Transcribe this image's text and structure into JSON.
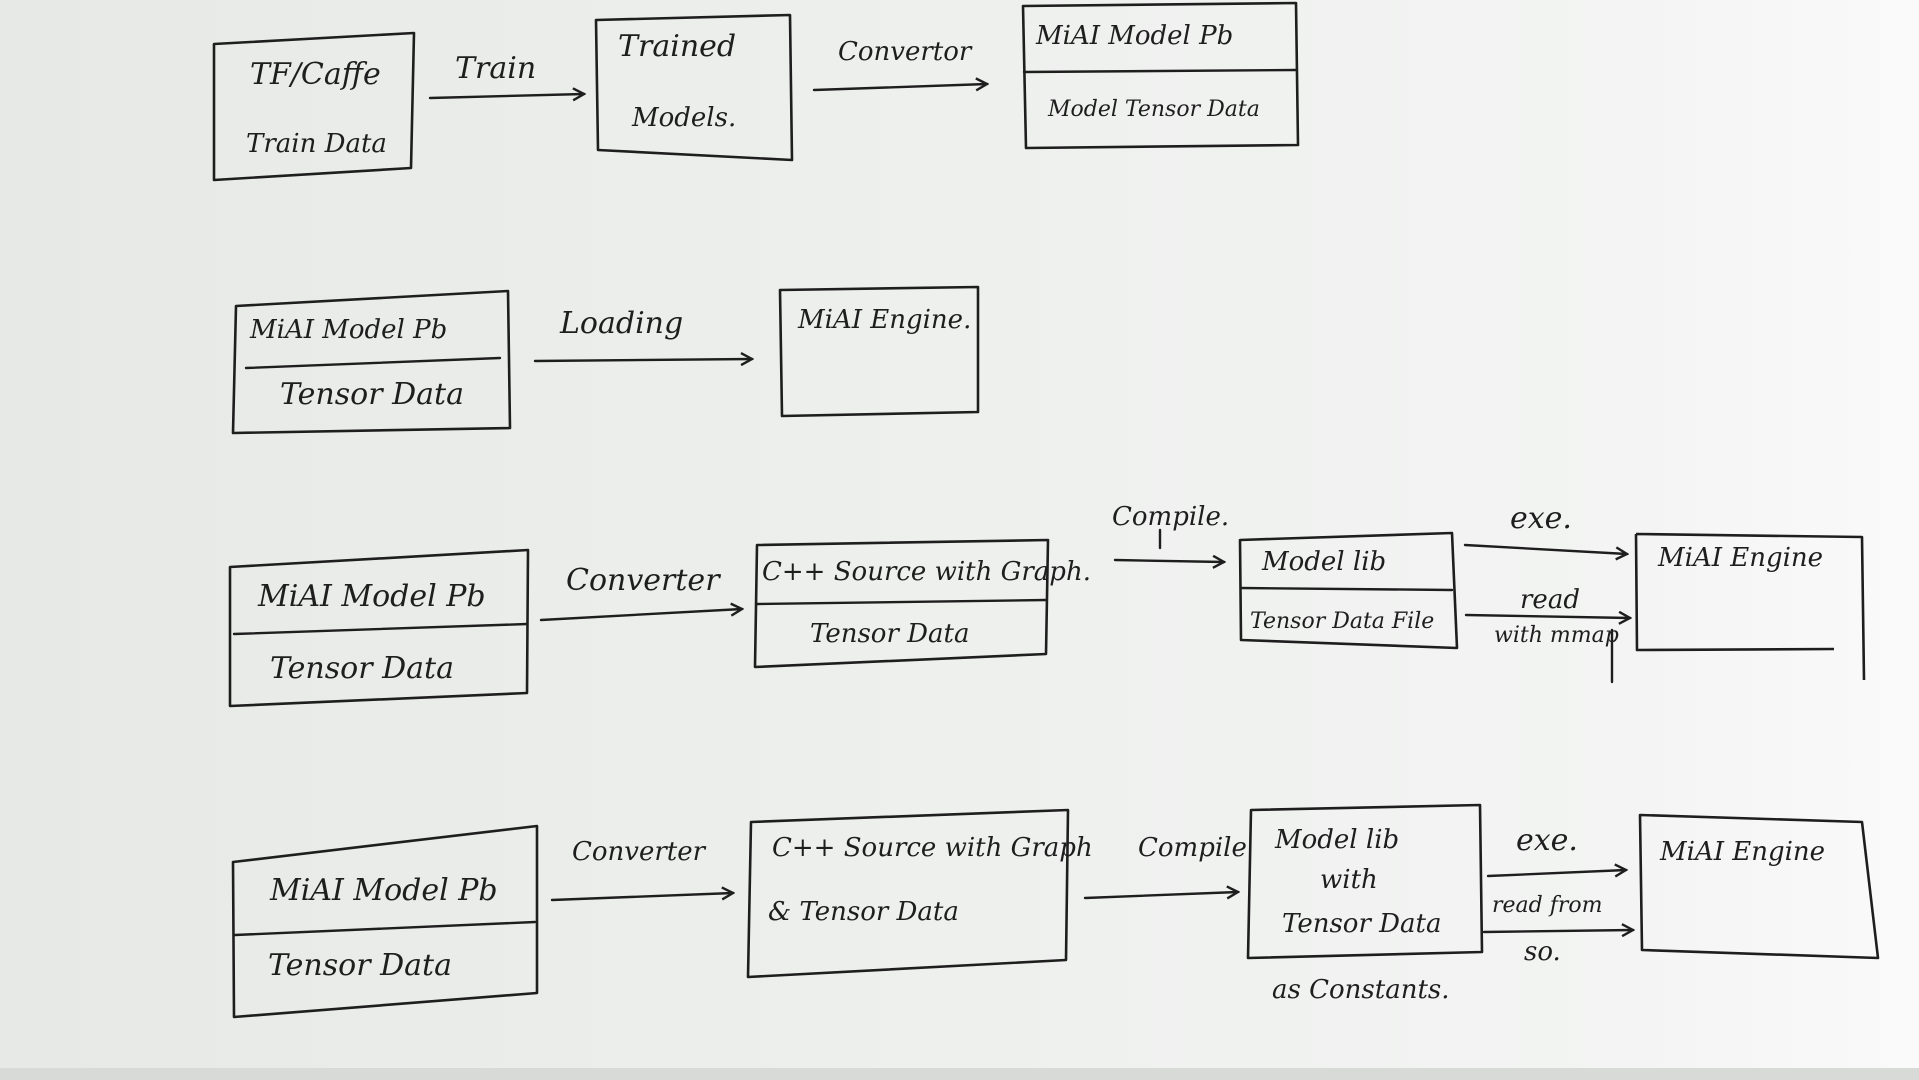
{
  "diagram": {
    "row1": {
      "source": {
        "line1": "TF/Caffe",
        "line2": "Train Data"
      },
      "edge1": "Train",
      "trained": {
        "line1": "Trained",
        "line2": "Models."
      },
      "edge2": "Convertor",
      "model": {
        "top": "MiAI Model Pb",
        "bottom": "Model Tensor Data"
      }
    },
    "row2": {
      "model": {
        "top": "MiAI Model Pb",
        "bottom": "Tensor Data"
      },
      "edge1": "Loading",
      "engine": "MiAI Engine."
    },
    "row3": {
      "model": {
        "top": "MiAI Model Pb",
        "bottom": "Tensor Data"
      },
      "edge1": "Converter",
      "source": {
        "top": "C++ Source with Graph.",
        "bottom": "Tensor Data"
      },
      "edge2": "Compile.",
      "lib": {
        "top": "Model lib",
        "bottom": "Tensor Data File"
      },
      "edge3": "exe.",
      "edge4_line1": "read",
      "edge4_line2": "with mmap",
      "engine": "MiAI Engine"
    },
    "row4": {
      "model": {
        "top": "MiAI Model Pb",
        "bottom": "Tensor Data"
      },
      "edge1": "Converter",
      "source": {
        "line1": "C++ Source with Graph",
        "line2": "& Tensor Data"
      },
      "edge2": "Compile",
      "lib": {
        "line1": "Model lib",
        "line2": "with",
        "line3": "Tensor Data"
      },
      "lib_note": "as Constants.",
      "edge3": "exe.",
      "edge4_line1": "read from",
      "edge4_line2": "so.",
      "engine": "MiAI Engine"
    }
  }
}
